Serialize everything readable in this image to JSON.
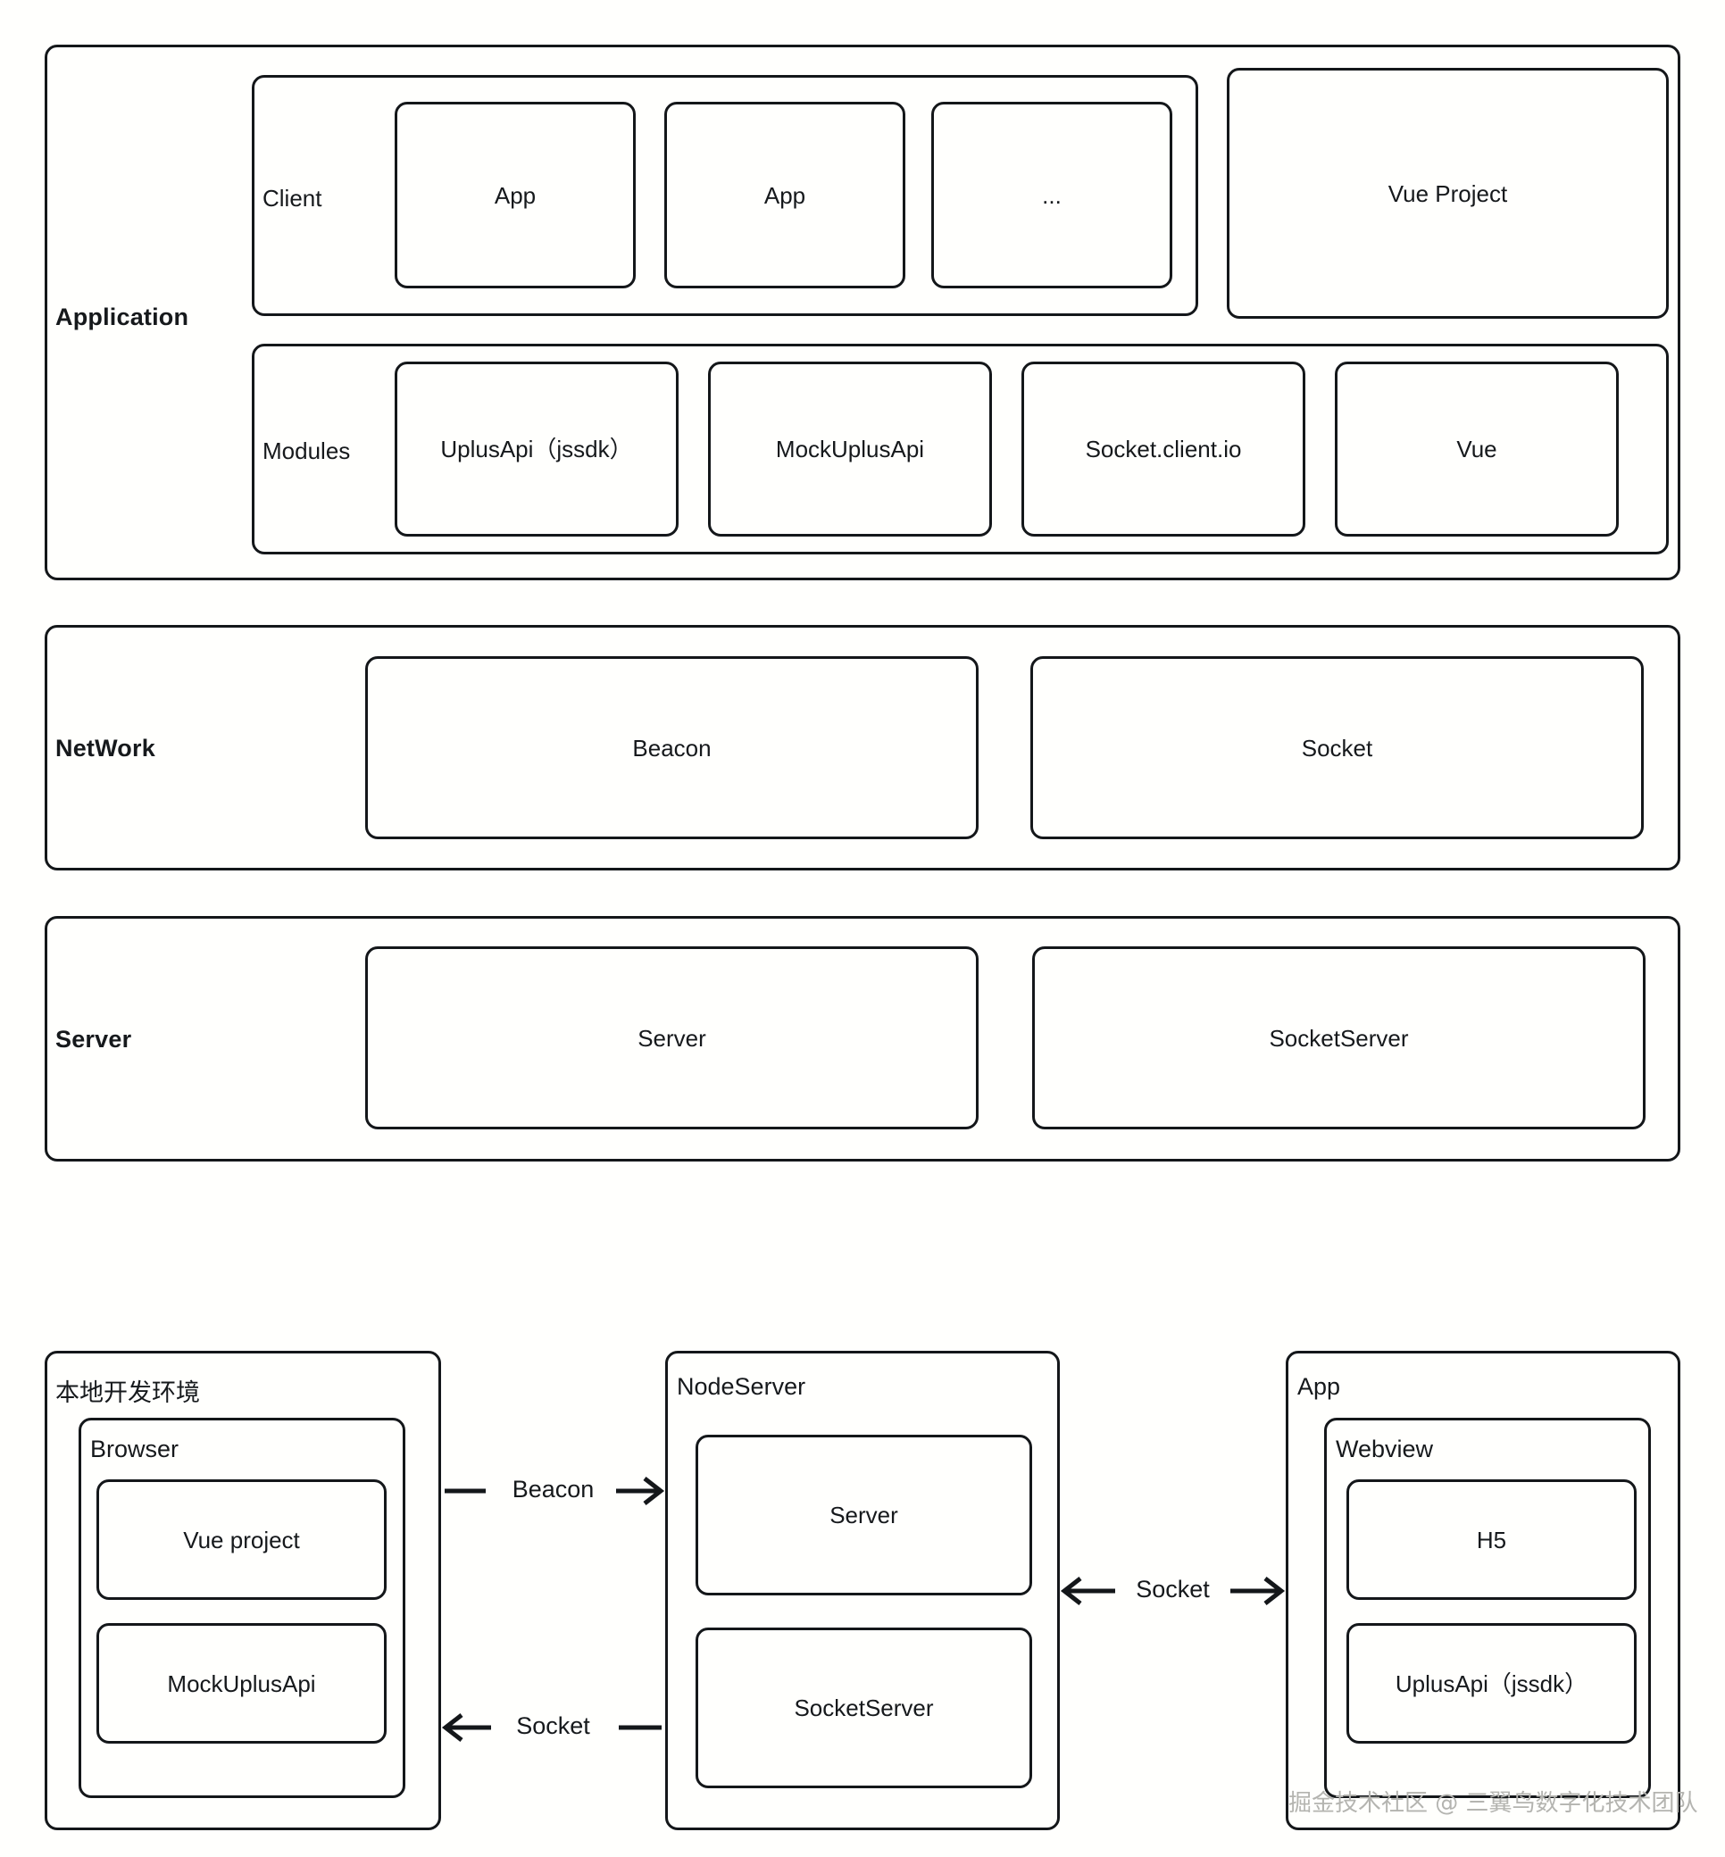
{
  "diagram_top": {
    "title": "Application / NetWork / Server layered architecture",
    "bands": [
      {
        "name": "application",
        "label": "Application",
        "rows": [
          {
            "name": "client",
            "label": "Client",
            "items": [
              {
                "label": "App"
              },
              {
                "label": "App"
              },
              {
                "label": "..."
              }
            ]
          },
          {
            "name": "modules",
            "label": "Modules",
            "items": [
              {
                "label": "UplusApi（jssdk）"
              },
              {
                "label": "MockUplusApi"
              },
              {
                "label": "Socket.client.io"
              },
              {
                "label": "Vue"
              }
            ]
          }
        ],
        "side_item": {
          "label": "Vue Project"
        }
      },
      {
        "name": "network",
        "label": "NetWork",
        "items": [
          {
            "label": "Beacon"
          },
          {
            "label": "Socket"
          }
        ]
      },
      {
        "name": "server",
        "label": "Server",
        "items": [
          {
            "label": "Server"
          },
          {
            "label": "SocketServer"
          }
        ]
      }
    ]
  },
  "diagram_bottom": {
    "containers": [
      {
        "name": "local-dev-environment",
        "label": "本地开发环境",
        "child": {
          "name": "browser",
          "label": "Browser",
          "items": [
            {
              "label": "Vue project"
            },
            {
              "label": "MockUplusApi"
            }
          ]
        }
      },
      {
        "name": "node-server",
        "label": "NodeServer",
        "items": [
          {
            "label": "Server"
          },
          {
            "label": "SocketServer"
          }
        ]
      },
      {
        "name": "app",
        "label": "App",
        "child": {
          "name": "webview",
          "label": "Webview",
          "items": [
            {
              "label": "H5"
            },
            {
              "label": "UplusApi（jssdk）"
            }
          ]
        }
      }
    ],
    "connections": [
      {
        "name": "beacon-to-nodeserver",
        "label": "Beacon",
        "direction": "right"
      },
      {
        "name": "socket-to-browser",
        "label": "Socket",
        "direction": "left"
      },
      {
        "name": "socket-nodeserver-app",
        "label": "Socket",
        "direction": "both"
      }
    ]
  },
  "watermark": {
    "text": "掘金技术社区 @ 三翼鸟数字化技术团队"
  },
  "colors": {
    "stroke": "#14171a",
    "background": "#fffffd",
    "text": "#16191c",
    "watermark": "#b4b4b0"
  }
}
